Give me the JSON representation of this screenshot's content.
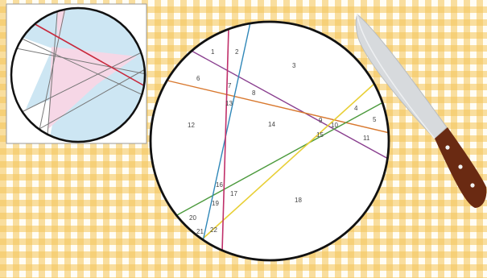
{
  "region_labels": [
    "1",
    "2",
    "3",
    "4",
    "5",
    "6",
    "7",
    "8",
    "9",
    "10",
    "11",
    "12",
    "13",
    "14",
    "15",
    "16",
    "17",
    "18",
    "19",
    "20",
    "21",
    "22"
  ],
  "colors": {
    "tablecloth": "#f4c458",
    "plate": "#ffffff",
    "rim": "#111111",
    "cut_purple": "#8a3f8f",
    "cut_blue": "#2f87b8",
    "cut_orange": "#d8782e",
    "cut_green": "#4c9a3d",
    "cut_yellow": "#e8cf36",
    "cut_magenta": "#c0306a",
    "thumb_red": "#c8283c",
    "thumb_blue_fill": "#cde6f3",
    "thumb_pink_fill": "#f6d7e6",
    "knife_blade": "#d7dadd",
    "knife_handle": "#6a2a12",
    "rivet": "#f2f2f2"
  },
  "icons": [
    "kitchen-knife-icon"
  ]
}
